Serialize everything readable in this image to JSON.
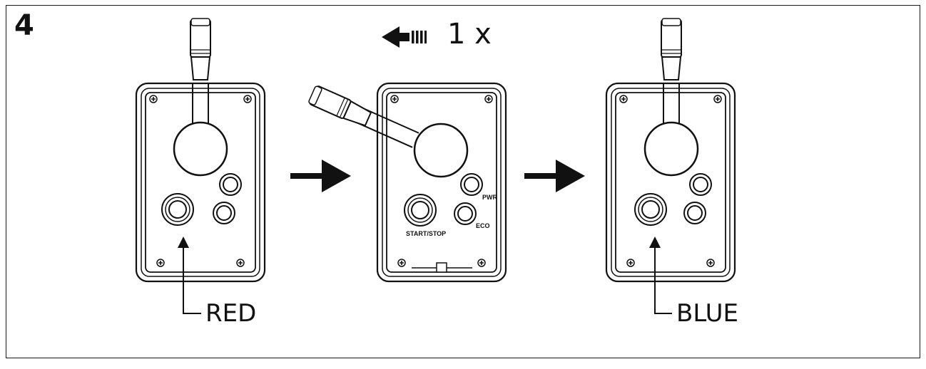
{
  "step_number": "4",
  "instruction": {
    "icon": "arrow-left-icon",
    "count_text": "1 x"
  },
  "panels": [
    {
      "id": "before",
      "lever_position": "upright",
      "callout": "RED",
      "panel_labels": []
    },
    {
      "id": "action",
      "lever_position": "tilted-left",
      "callout": "",
      "panel_labels": [
        "PWR",
        "ECO",
        "START/STOP"
      ]
    },
    {
      "id": "after",
      "lever_position": "upright",
      "callout": "BLUE",
      "panel_labels": []
    }
  ],
  "colors": {
    "line": "#111111",
    "background": "#ffffff"
  }
}
